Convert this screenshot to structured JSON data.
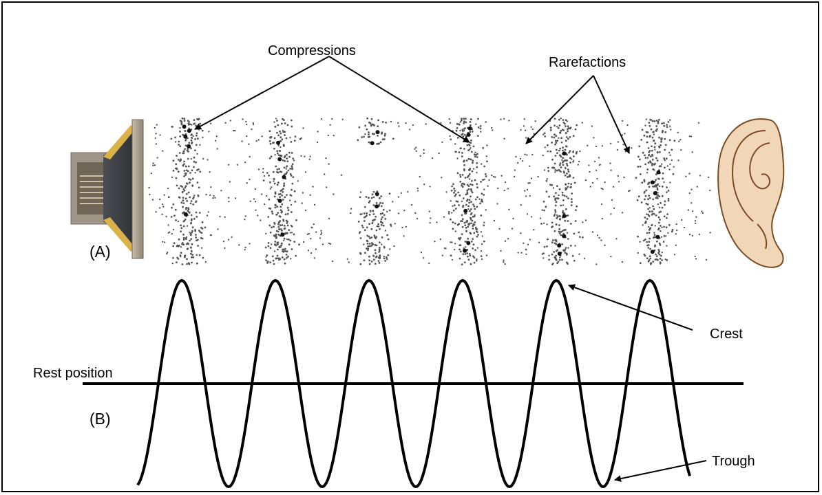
{
  "labels": {
    "compressions": "Compressions",
    "rarefactions": "Rarefactions",
    "panel_a": "(A)",
    "panel_b": "(B)",
    "crest": "Crest",
    "rest_position": "Rest position",
    "trough": "Trough"
  },
  "icons": {
    "source": "loudspeaker-icon",
    "receiver": "ear-icon"
  },
  "colors": {
    "ink": "#000000",
    "particles": "#555555",
    "speaker_rim": "#a89a80",
    "speaker_gold": "#d9b24a",
    "ear_skin": "#f2d6b8",
    "ear_outline": "#7a4a22"
  }
}
